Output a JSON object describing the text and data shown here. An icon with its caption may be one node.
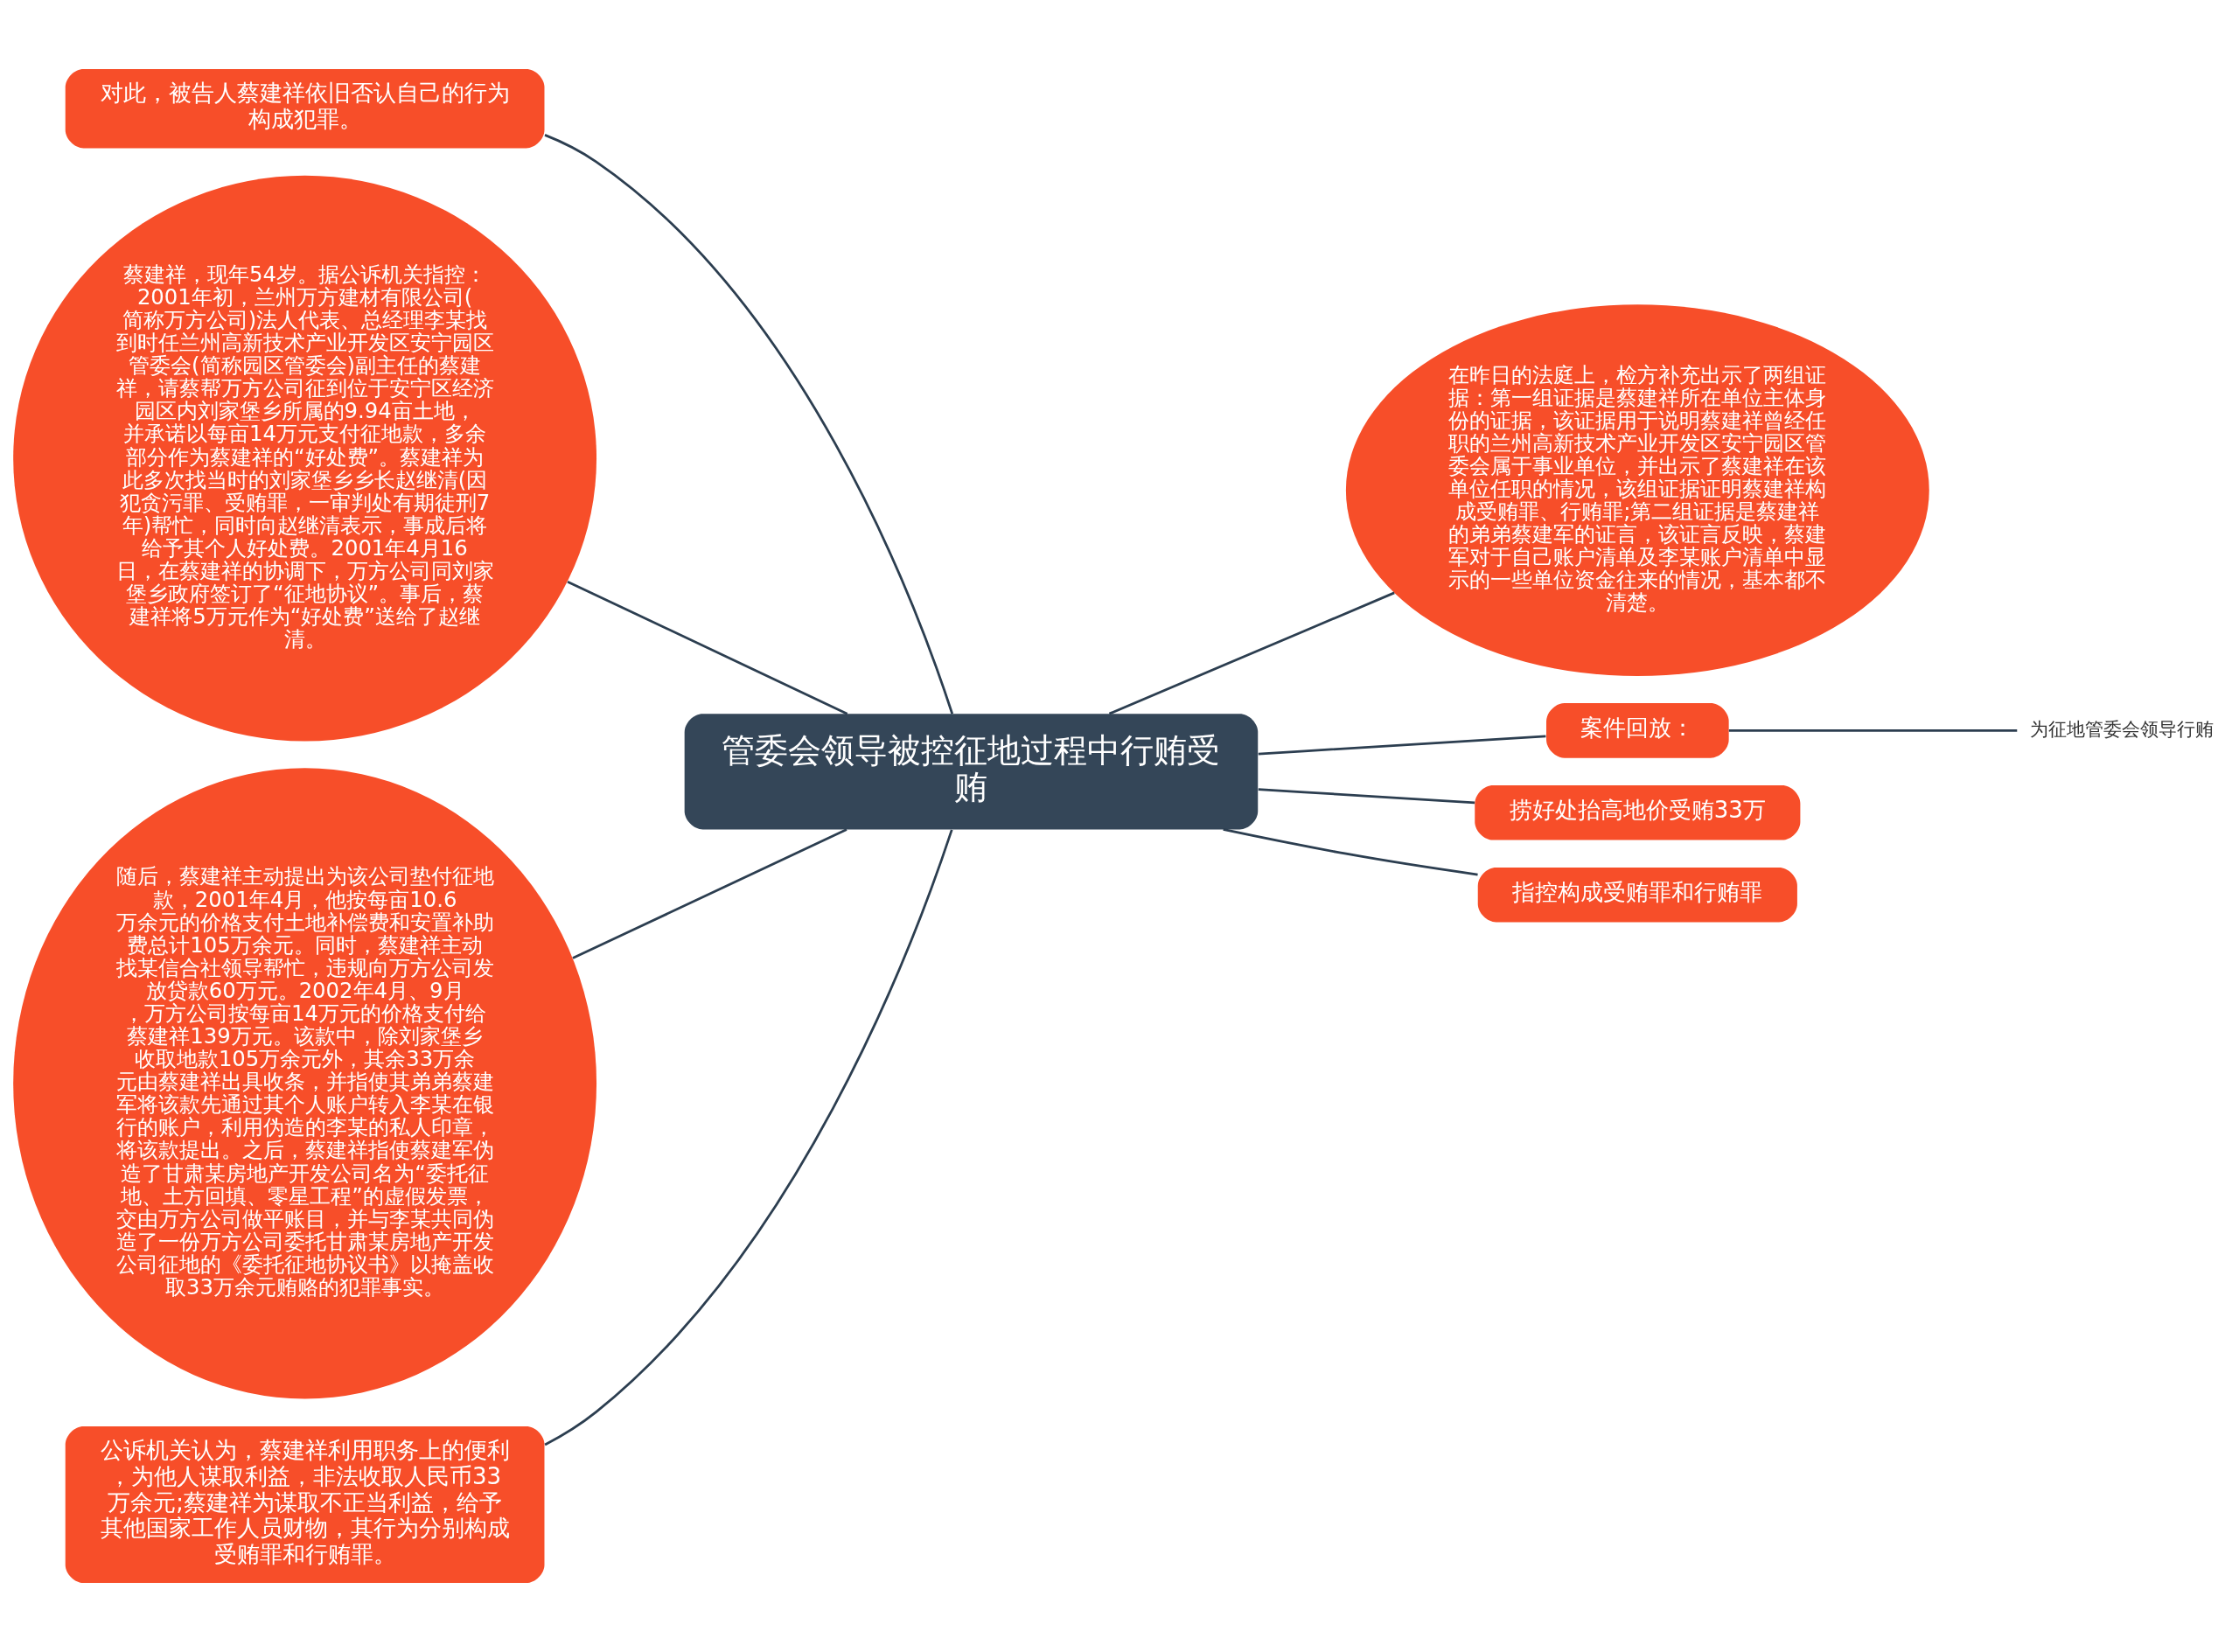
{
  "diagram": {
    "nodes": [
      {
        "text": [
          "管委会领导被控征地过程中行贿受贿"
        ]
      },
      {
        "text": [
          "对此，被告人蔡建祥依旧否认自己的行为构成犯罪。"
        ]
      },
      {
        "text": [
          "蔡建祥，现年54岁。据公诉机关指控：2001年初，兰州万方建材有限公司(简称万方公司)法人代表、总经理李某找到时任兰州高新技术产业开发区安宁园区管委会(简称园区管委会)副主任的蔡建祥，请蔡帮万方公司征到位于安宁区经济园区内刘家堡乡所属的9.94亩土地，并承诺以每亩14万元支付征地款，多余部分作为蔡建祥的“好处费”。蔡建祥为此多次找当时的刘家堡乡乡长赵继清(因犯贪污罪、受贿罪，一审判处有期徒刑7年)帮忙，同时向赵继清表示，事成后将给予其个人好处费。2001年4月16日，在蔡建祥的协调下，万方公司同刘家堡乡政府签订了“征地协议”。事后，蔡建祥将5万元作为“好处费”送给了赵继清。"
        ]
      },
      {
        "text": [
          "随后，蔡建祥主动提出为该公司垫付征地款，2001年4月，他按每亩10.6万余元的价格支付土地补偿费和安置补助费总计105万余元。同时，蔡建祥主动找某信合社领导帮忙，违规向万方公司发放贷款60万元。2002年4月、9月，万方公司按每亩14万元的价格支付给蔡建祥139万元。该款中，除刘家堡乡收取地款105万余元外，其余33万余元由蔡建祥出具收条，并指使其弟弟蔡建军将该款先通过其个人账户转入李某在银行的账户，利用伪造的李某的私人印章，将该款提出。之后，蔡建祥指使蔡建军伪造了甘肃某房地产开发公司名为“委托征地、土方回填、零星工程”的虚假发票，交由万方公司做平账目，并与李某共同伪造了一份万方公司委托甘肃某房地产开发公司征地的《委托征地协议书》以掩盖收取33万余元贿赂的犯罪事实。"
        ]
      },
      {
        "text": [
          "公诉机关认为，蔡建祥利用职务上的便利，为他人谋取利益，非法收取人民币33万余元;蔡建祥为谋取不正当利益，给予其他国家工作人员财物，其行为分别构成受贿罪和行贿罪。"
        ]
      },
      {
        "text": [
          "在昨日的法庭上，检方补充出示了两组证据：第一组证据是蔡建祥所在单位主体身份的证据，该证据用于说明蔡建祥曾经任职的兰州高新技术产业开发区安宁园区管委会属于事业单位，并出示了蔡建祥在该单位任职的情况，该组证据证明蔡建祥构成受贿罪、行贿罪;第二组证据是蔡建祥的弟弟蔡建军的证言，该证言反映，蔡建军对于自己账户清单及李某账户清单中显示的一些单位资金往来的情况，基本都不清楚。"
        ]
      },
      {
        "text": [
          "案件回放："
        ]
      },
      {
        "text": [
          "为征地管委会领导行贿"
        ]
      },
      {
        "text": [
          "捞好处抬高地价受贿33万"
        ]
      },
      {
        "text": [
          "指控构成受贿罪和行贿罪"
        ]
      }
    ],
    "edges": [
      {
        "from": 0,
        "to": 1,
        "arrow": "none"
      },
      {
        "from": 0,
        "to": 2,
        "arrow": "none"
      },
      {
        "from": 0,
        "to": 3,
        "arrow": "none"
      },
      {
        "from": 0,
        "to": 4,
        "arrow": "none"
      },
      {
        "from": 0,
        "to": 5,
        "arrow": "none"
      },
      {
        "from": 0,
        "to": 6,
        "arrow": "none"
      },
      {
        "from": 6,
        "to": 7,
        "arrow": "none"
      },
      {
        "from": 0,
        "to": 8,
        "arrow": "none"
      },
      {
        "from": 0,
        "to": 9,
        "arrow": "none"
      }
    ]
  }
}
